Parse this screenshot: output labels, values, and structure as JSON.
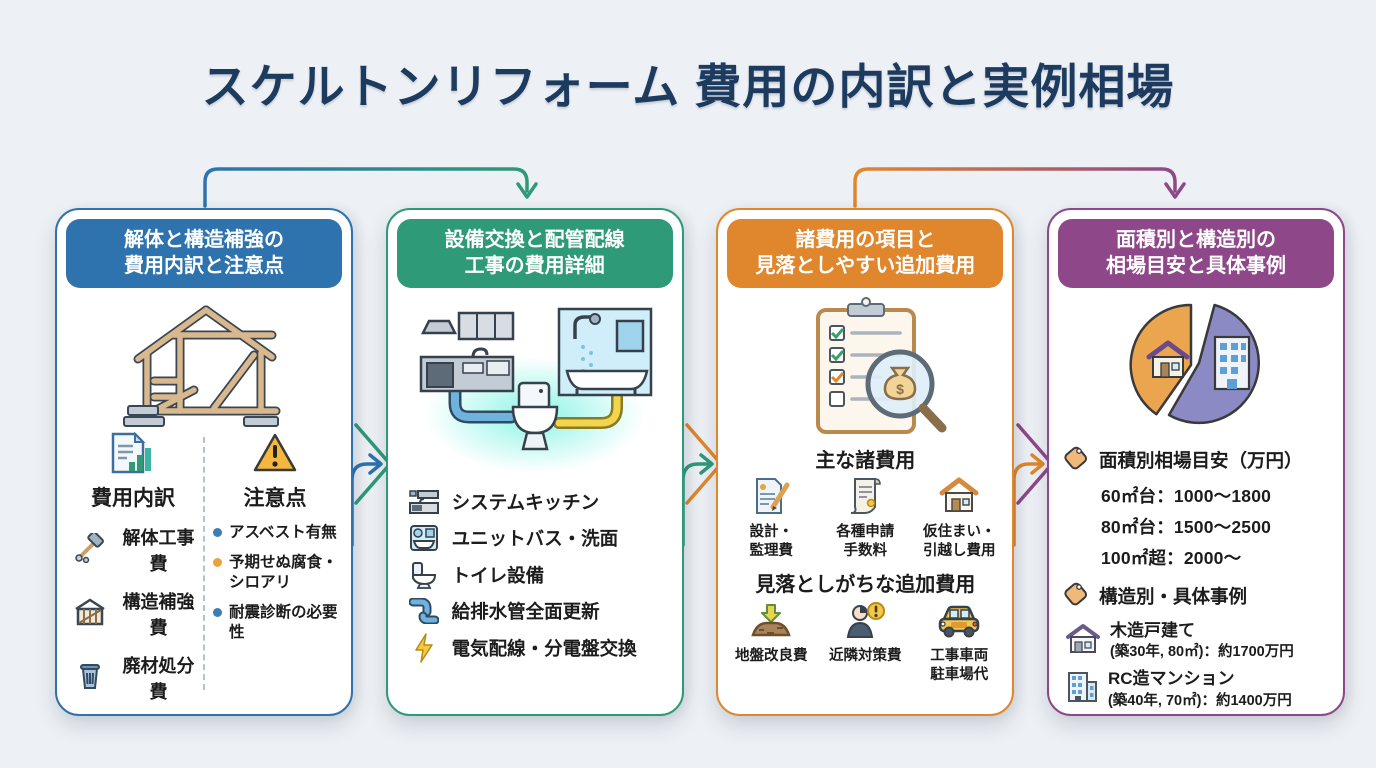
{
  "page": {
    "title": "スケルトンリフォーム 費用の内訳と実例相場"
  },
  "colors": {
    "background": "#edf1f5",
    "title": "#1d3a5f",
    "card_blue": "#2e73ae",
    "card_green": "#2e9a77",
    "card_orange": "#e0872e",
    "card_purple": "#8e4889",
    "bullet_blue": "#3d7fb5",
    "bullet_orange": "#e8a33d"
  },
  "cards": [
    {
      "id": "demolition",
      "accent": "#2e73ae",
      "title_line1": "解体と構造補強の",
      "title_line2": "費用内訳と注意点",
      "illustration": "house-frame",
      "left": {
        "heading": "費用内訳",
        "items": [
          {
            "icon": "sledgehammer-icon",
            "label": "解体工事費"
          },
          {
            "icon": "frame-icon",
            "label": "構造補強費"
          },
          {
            "icon": "trash-icon",
            "label": "廃材処分費"
          }
        ]
      },
      "right": {
        "heading": "注意点",
        "bullets": [
          {
            "label": "アスベスト有無",
            "color": "#3d7fb5"
          },
          {
            "label": "予期せぬ腐食・シロアリ",
            "color": "#e8a33d"
          },
          {
            "label": "耐震診断の必要性",
            "color": "#3d7fb5"
          }
        ]
      }
    },
    {
      "id": "equipment",
      "accent": "#2e9a77",
      "title_line1": "設備交換と配管配線",
      "title_line2": "工事の費用詳細",
      "illustration": "kitchen-bath-toilet-piping",
      "items": [
        {
          "icon": "kitchen-icon",
          "label": "システムキッチン"
        },
        {
          "icon": "bath-icon",
          "label": "ユニットバス・洗面"
        },
        {
          "icon": "toilet-icon",
          "label": "トイレ設備"
        },
        {
          "icon": "pipe-icon",
          "label": "給排水管全面更新"
        },
        {
          "icon": "bolt-icon",
          "label": "電気配線・分電盤交換"
        }
      ]
    },
    {
      "id": "misc-fees",
      "accent": "#e0872e",
      "title_line1": "諸費用の項目と",
      "title_line2": "見落としやすい追加費用",
      "illustration": "checklist-magnifier-moneybag",
      "main_heading": "主な諸費用",
      "main_items": [
        {
          "icon": "design-doc-icon",
          "label": "設計・\n監理費"
        },
        {
          "icon": "scroll-icon",
          "label": "各種申請\n手数料"
        },
        {
          "icon": "house-small-icon",
          "label": "仮住まい・\n引越し費用"
        }
      ],
      "extra_heading": "見落としがちな追加費用",
      "extra_items": [
        {
          "icon": "ground-icon",
          "label": "地盤改良費"
        },
        {
          "icon": "neighbor-icon",
          "label": "近隣対策費"
        },
        {
          "icon": "car-icon",
          "label": "工事車両\n駐車場代"
        }
      ]
    },
    {
      "id": "market-price",
      "accent": "#8e4889",
      "title_line1": "面積別と構造別の",
      "title_line2": "相場目安と具体事例",
      "illustration": "pie-house-building",
      "area_heading": "面積別相場目安（万円）",
      "area_rows": [
        "60㎡台：1000〜1800",
        "80㎡台：1500〜2500",
        "100㎡超：2000〜"
      ],
      "struct_heading": "構造別・具体事例",
      "examples": [
        {
          "icon": "wood-house-icon",
          "name": "木造戸建て",
          "detail": "(築30年, 80㎡)：約1700万円"
        },
        {
          "icon": "rc-building-icon",
          "name": "RC造マンション",
          "detail": "(築40年, 70㎡)：約1400万円"
        }
      ]
    }
  ]
}
